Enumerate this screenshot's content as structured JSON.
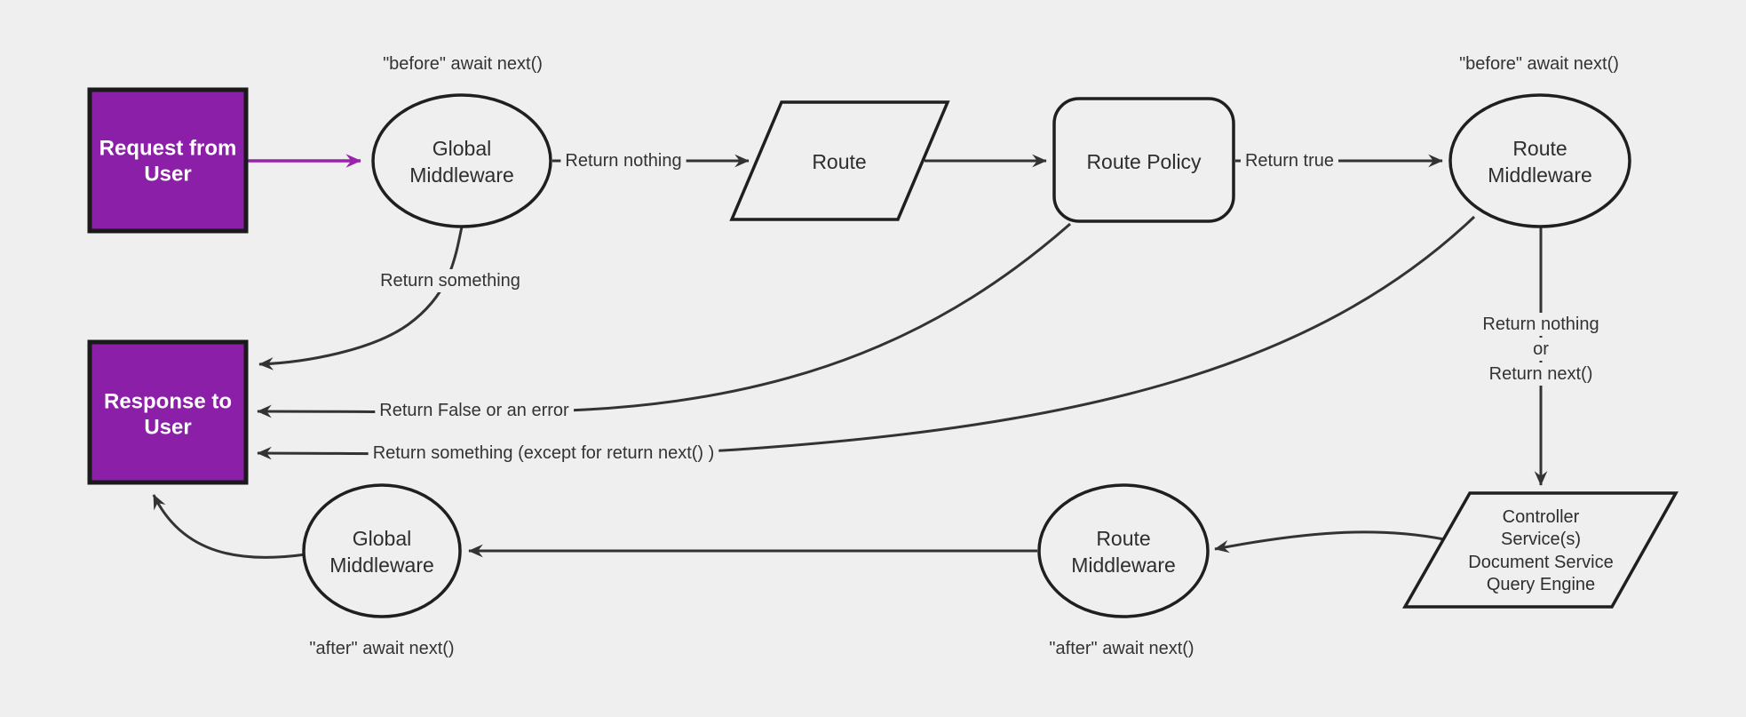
{
  "canvas": {
    "bg": "#efefef",
    "edge_color": "#333333",
    "node_border": "#1f1f1f",
    "purple_fill": "#8b1fa8",
    "purple_arrow": "#9a22ac",
    "label_color": "#333333"
  },
  "nodes": {
    "request": {
      "line1": "Request from",
      "line2": "User"
    },
    "response": {
      "line1": "Response to",
      "line2": "User"
    },
    "global_mw_top": {
      "line1": "Global",
      "line2": "Middleware"
    },
    "route": {
      "label": "Route"
    },
    "route_policy": {
      "label": "Route Policy"
    },
    "route_mw_top": {
      "line1": "Route",
      "line2": "Middleware"
    },
    "controller": {
      "line1": "Controller",
      "line2": "Service(s)",
      "line3": "Document Service",
      "line4": "Query Engine"
    },
    "route_mw_bottom": {
      "line1": "Route",
      "line2": "Middleware"
    },
    "global_mw_bottom": {
      "line1": "Global",
      "line2": "Middleware"
    }
  },
  "edge_labels": {
    "before_top_left": "\"before\" await next()",
    "before_top_right": "\"before\" await next()",
    "return_nothing": "Return nothing",
    "return_true": "Return true",
    "return_something": "Return something",
    "return_false": "Return False or an error",
    "return_something_except": "Return something (except for return next() )",
    "return_nothing_or_1": "Return nothing",
    "return_nothing_or_2": "or",
    "return_nothing_or_3": "Return next()",
    "after_bottom_left": "\"after\" await next()",
    "after_bottom_mid": "\"after\" await next()"
  }
}
